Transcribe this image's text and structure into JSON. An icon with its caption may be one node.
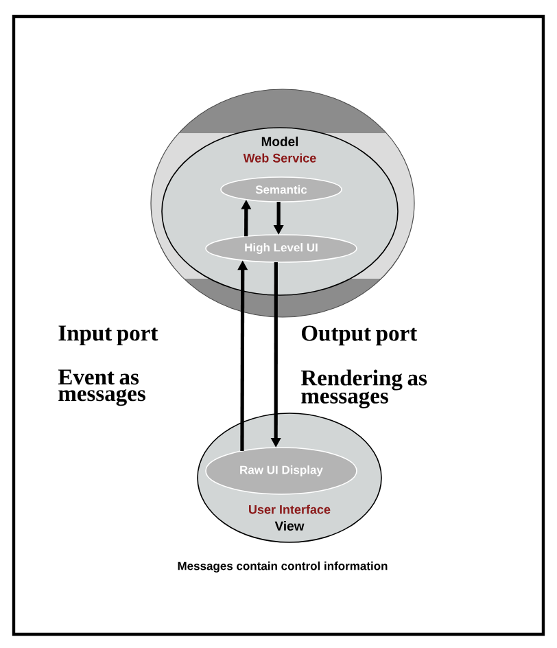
{
  "diagram": {
    "nodes": [
      {
        "text": [],
        "shape": "circle"
      },
      {
        "text": [
          "Model",
          "Web Service"
        ],
        "in": 0
      },
      {
        "text": [
          "Semantic"
        ],
        "in": 1
      },
      {
        "text": [
          "High Level UI"
        ],
        "in": 1
      },
      {
        "text": [
          "User Interface",
          "View"
        ]
      },
      {
        "text": [
          "Raw UI Display"
        ],
        "in": 4
      }
    ],
    "edges": [
      {
        "from": 3,
        "to": 2,
        "arrow": "to"
      },
      {
        "from": 2,
        "to": 3,
        "arrow": "to"
      },
      {
        "from": 5,
        "to": 3,
        "arrow": "to"
      },
      {
        "from": 3,
        "to": 5,
        "arrow": "to"
      }
    ],
    "labels": [
      "Input port",
      "Output port",
      "Event as messages",
      "Rendering as messages",
      "Messages contain control information"
    ]
  }
}
